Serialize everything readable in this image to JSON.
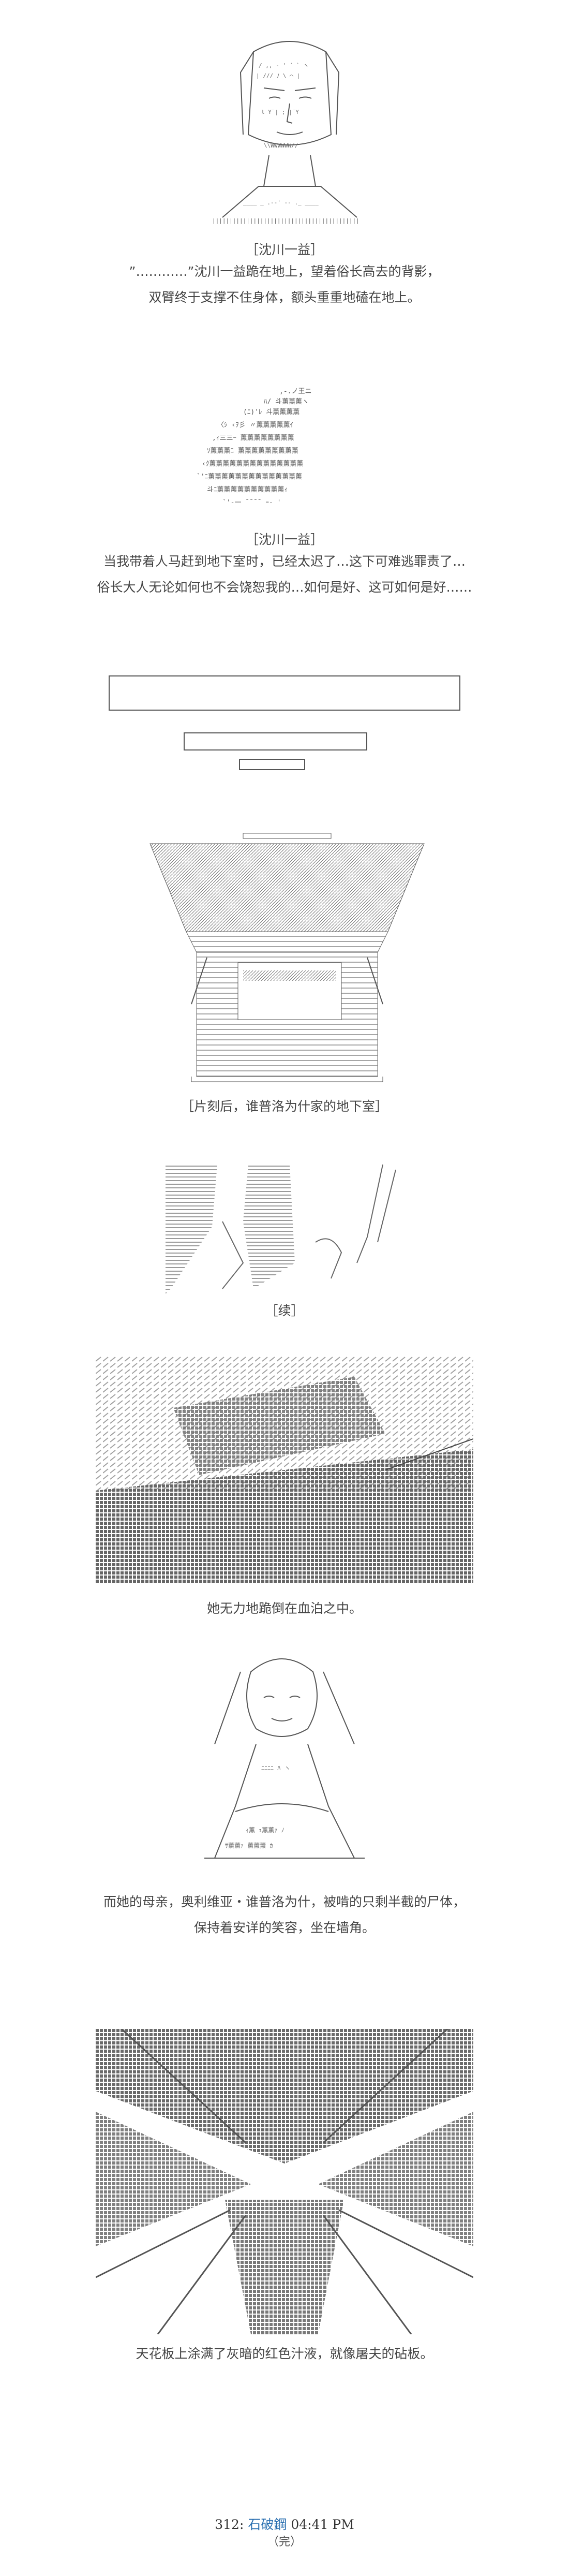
{
  "scene1": {
    "caption": "［沈川一益］",
    "lines": [
      "”…………”沈川一益跪在地上，望着俗长高去的背影，",
      "双臂终于支撑不住身体，额头重重地磕在地上。"
    ]
  },
  "scene2": {
    "caption": "［沈川一益］",
    "lines": [
      "当我带着人马赶到地下室时，已经太迟了…这下可难逃罪责了…",
      "俗长大人无论如何也不会饶恕我的…如何是好、这可如何是好……"
    ]
  },
  "scene3": {
    "caption": "［片刻后，谁普洛为什家的地下室］"
  },
  "scene4": {
    "caption": "［续］"
  },
  "scene5": {
    "caption": "她无力地跪倒在血泊之中。"
  },
  "scene6": {
    "lines": [
      "而她的母亲，奥利维亚・谁普洛为什，被啃的只剩半截的尸体，",
      "保持着安详的笑容，坐在墙角。"
    ]
  },
  "scene7": {
    "caption": "天花板上涂满了灰暗的红色汁液，就像屠夫的砧板。"
  },
  "footer": {
    "number": "312:",
    "author": "石破鋼",
    "time": "04:41 PM",
    "note": "（完）"
  }
}
